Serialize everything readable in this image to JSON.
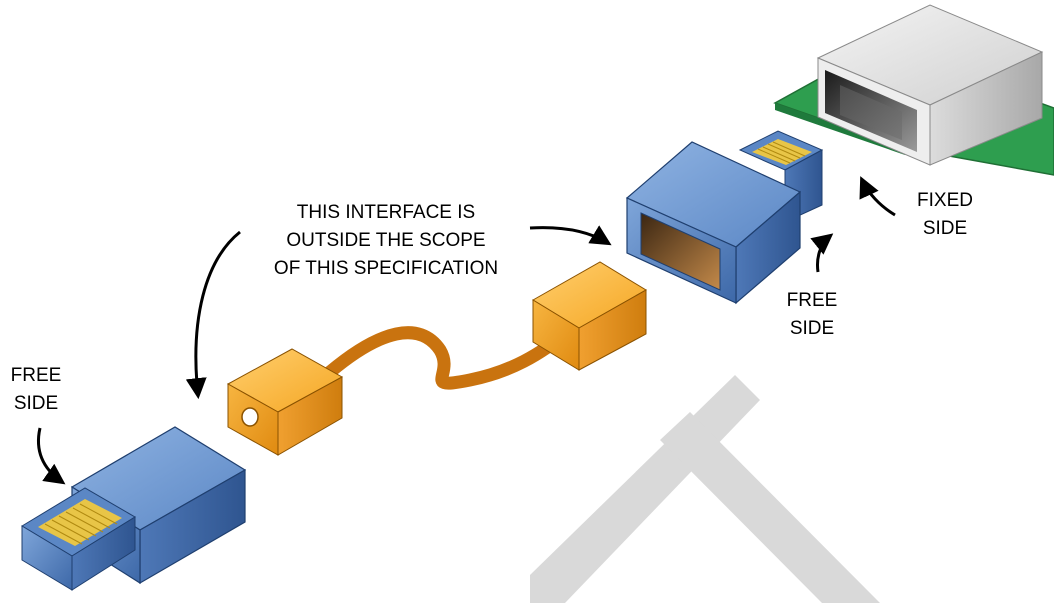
{
  "labels": {
    "center_line1": "THIS INTERFACE IS",
    "center_line2": "OUTSIDE THE SCOPE",
    "center_line3": "OF THIS SPECIFICATION",
    "left_free_line1": "FREE",
    "left_free_line2": "SIDE",
    "right_free_line1": "FREE",
    "right_free_line2": "SIDE",
    "fixed_line1": "FIXED",
    "fixed_line2": "SIDE"
  },
  "colors": {
    "module_blue": "#5b87c5",
    "cable_orange": "#f5a623",
    "cable_wire": "#c9730f",
    "pcb_green": "#2e9e4f",
    "cage_grey": "#d9d9d9",
    "contacts_gold": "#e8c547",
    "watermark": "#d9d9d9"
  }
}
